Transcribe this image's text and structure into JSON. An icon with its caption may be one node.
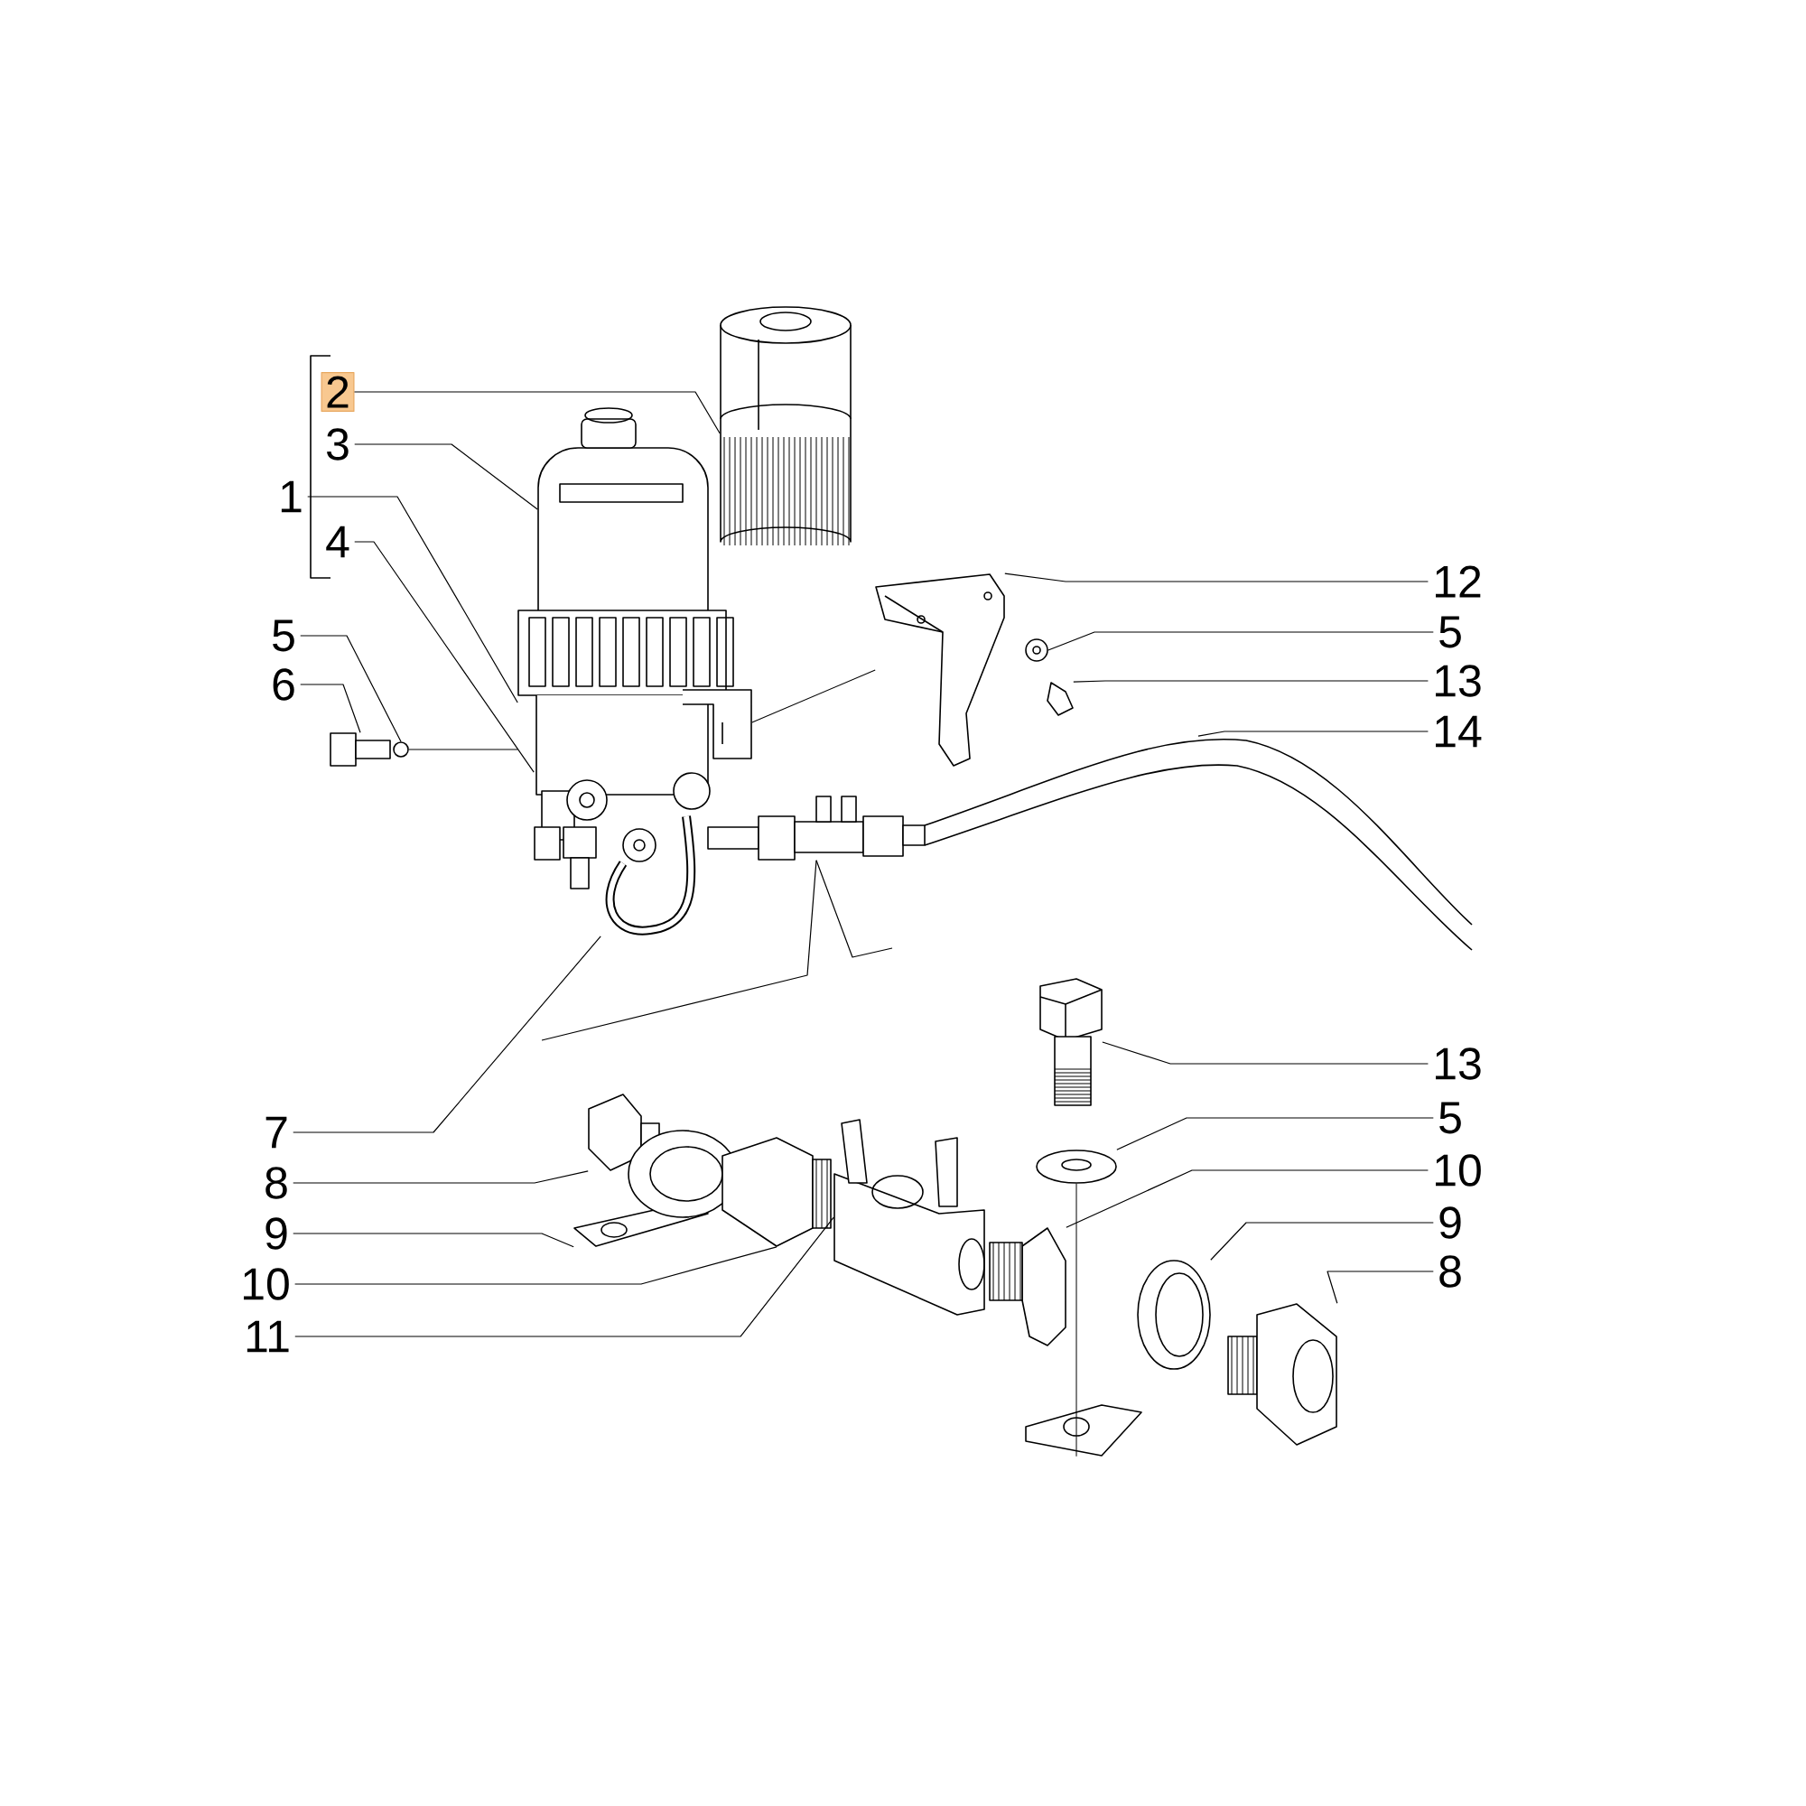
{
  "diagram": {
    "nodes": [
      {
        "text": [
          "2"
        ]
      },
      {
        "text": [
          "3"
        ]
      },
      {
        "text": [
          "1"
        ]
      },
      {
        "text": [
          "4"
        ]
      },
      {
        "text": [
          "5"
        ]
      },
      {
        "text": [
          "6"
        ]
      },
      {
        "text": [
          "12"
        ]
      },
      {
        "text": [
          "5"
        ]
      },
      {
        "text": [
          "13"
        ]
      },
      {
        "text": [
          "14"
        ]
      },
      {
        "text": [
          "13"
        ]
      },
      {
        "text": [
          "5"
        ]
      },
      {
        "text": [
          "7"
        ]
      },
      {
        "text": [
          "10"
        ]
      },
      {
        "text": [
          "8"
        ]
      },
      {
        "text": [
          "9"
        ]
      },
      {
        "text": [
          "9"
        ]
      },
      {
        "text": [
          "8"
        ]
      },
      {
        "text": [
          "10"
        ]
      },
      {
        "text": [
          "11"
        ]
      },
      {
        "text": [],
        "shape": "picture"
      },
      {
        "text": [],
        "shape": "picture"
      },
      {
        "text": [],
        "shape": "picture"
      },
      {
        "text": [],
        "shape": "picture"
      },
      {
        "text": [],
        "shape": "circle"
      },
      {
        "text": [],
        "shape": "picture"
      },
      {
        "text": [],
        "shape": "picture"
      },
      {
        "text": [],
        "shape": "picture"
      },
      {
        "text": [],
        "shape": "picture"
      },
      {
        "text": [],
        "shape": "picture"
      },
      {
        "text": [],
        "shape": "picture"
      },
      {
        "text": [],
        "shape": "picture"
      },
      {
        "text": [],
        "shape": "picture"
      },
      {
        "text": [],
        "shape": "picture"
      },
      {
        "text": [],
        "shape": "picture"
      },
      {
        "text": [],
        "shape": "picture"
      },
      {
        "text": [],
        "shape": "picture"
      },
      {
        "text": [],
        "shape": "picture"
      },
      {
        "text": [],
        "shape": "picture"
      },
      {
        "text": [],
        "shape": "picture"
      },
      {
        "text": [],
        "shape": "picture"
      }
    ],
    "edges": [
      {
        "from": 0,
        "to": 20,
        "arrow": "none"
      },
      {
        "from": 1,
        "to": 21,
        "arrow": "none"
      },
      {
        "from": 2,
        "to": 22,
        "arrow": "none"
      },
      {
        "from": 3,
        "to": 23,
        "arrow": "none"
      },
      {
        "from": 4,
        "to": 24,
        "arrow": "none"
      },
      {
        "from": 5,
        "to": 25,
        "arrow": "none"
      },
      {
        "from": 6,
        "to": 26,
        "arrow": "none"
      },
      {
        "from": 7,
        "to": 27,
        "arrow": "none"
      },
      {
        "from": 8,
        "to": 28,
        "arrow": "none"
      },
      {
        "from": 9,
        "to": 29,
        "arrow": "none"
      },
      {
        "from": 10,
        "to": 30,
        "arrow": "none"
      },
      {
        "from": 11,
        "to": 31,
        "arrow": "none"
      },
      {
        "from": 12,
        "to": 32,
        "arrow": "none"
      },
      {
        "from": 13,
        "to": 33,
        "arrow": "none"
      },
      {
        "from": 14,
        "to": 34,
        "arrow": "none"
      },
      {
        "from": 15,
        "to": 35,
        "arrow": "none"
      },
      {
        "from": 16,
        "to": 36,
        "arrow": "none"
      },
      {
        "from": 17,
        "to": 39,
        "arrow": "none"
      },
      {
        "from": 18,
        "to": 37,
        "arrow": "none"
      },
      {
        "from": 19,
        "to": 38,
        "arrow": "none"
      },
      {
        "from": 24,
        "to": 22,
        "arrow": "none"
      },
      {
        "from": 22,
        "to": 26,
        "arrow": "none"
      },
      {
        "from": 31,
        "to": 35,
        "arrow": "none"
      },
      {
        "from": 40,
        "to": null,
        "arrow": "none"
      },
      {
        "from": 40,
        "to": null,
        "arrow": "none"
      }
    ]
  }
}
